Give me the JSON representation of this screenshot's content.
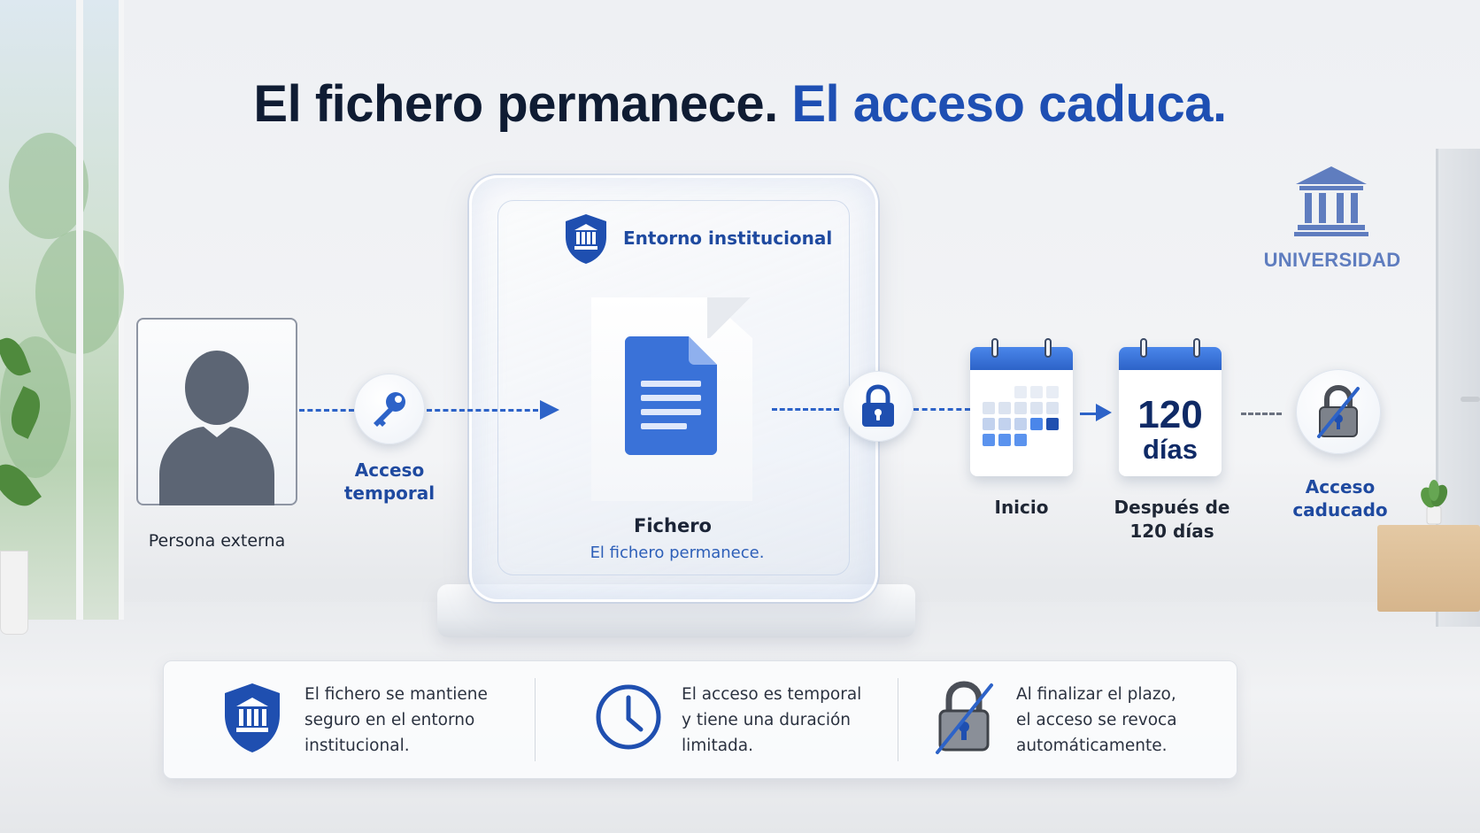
{
  "title": {
    "part1": "El fichero permanece.",
    "part2": "El acceso caduca."
  },
  "colors": {
    "accent": "#1e4fb3",
    "dark_text": "#0f1c33",
    "calendar_blue": "#2d63c8"
  },
  "person": {
    "label": "Persona externa",
    "icon": "user-silhouette-icon"
  },
  "access": {
    "label_line1": "Acceso",
    "label_line2": "temporal",
    "icon": "key-icon"
  },
  "environment": {
    "label": "Entorno institucional",
    "icon": "shield-institution-icon"
  },
  "file": {
    "label": "Fichero",
    "sublabel": "El fichero permanece.",
    "icon": "document-icon"
  },
  "lock": {
    "icon": "lock-icon"
  },
  "start": {
    "label": "Inicio",
    "icon": "calendar-icon"
  },
  "after": {
    "number": "120",
    "unit": "días",
    "label_line1": "Después de",
    "label_line2": "120 días",
    "icon": "calendar-icon"
  },
  "expired": {
    "label_line1": "Acceso",
    "label_line2": "caducado",
    "icon": "lock-crossed-icon"
  },
  "university": {
    "label": "UNIVERSIDAD",
    "icon": "university-building-icon"
  },
  "info": [
    {
      "icon": "shield-institution-icon",
      "line1": "El fichero se mantiene",
      "line2": "seguro en el entorno",
      "line3": "institucional."
    },
    {
      "icon": "clock-icon",
      "line1": "El acceso es temporal",
      "line2": "y tiene una duración",
      "line3": "limitada."
    },
    {
      "icon": "lock-crossed-icon",
      "line1": "Al finalizar el plazo,",
      "line2": "el acceso se revoca",
      "line3": "automáticamente."
    }
  ]
}
